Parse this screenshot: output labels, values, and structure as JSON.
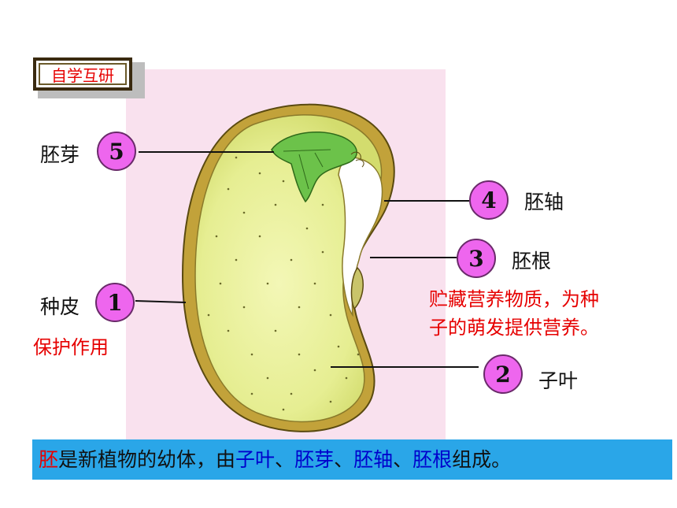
{
  "tag": "自学互研",
  "parts": [
    {
      "num": "5",
      "name": "胚芽"
    },
    {
      "num": "4",
      "name": "胚轴"
    },
    {
      "num": "3",
      "name": "胚根"
    },
    {
      "num": "1",
      "name": "种皮"
    },
    {
      "num": "2",
      "name": "子叶"
    }
  ],
  "notes": {
    "seed_coat": "保护作用",
    "cotyledon_line1": "贮藏营养物质，为种",
    "cotyledon_line2": "子的萌发提供营养。"
  },
  "summary": {
    "embryo": "胚",
    "text1": "是新植物的幼体，由",
    "cotyledon": "子叶",
    "sep1": "、",
    "plumule": "胚芽",
    "sep2": "、",
    "hypocotyl": "胚轴",
    "sep3": "、",
    "radicle": "胚根",
    "text2": "组成。"
  }
}
